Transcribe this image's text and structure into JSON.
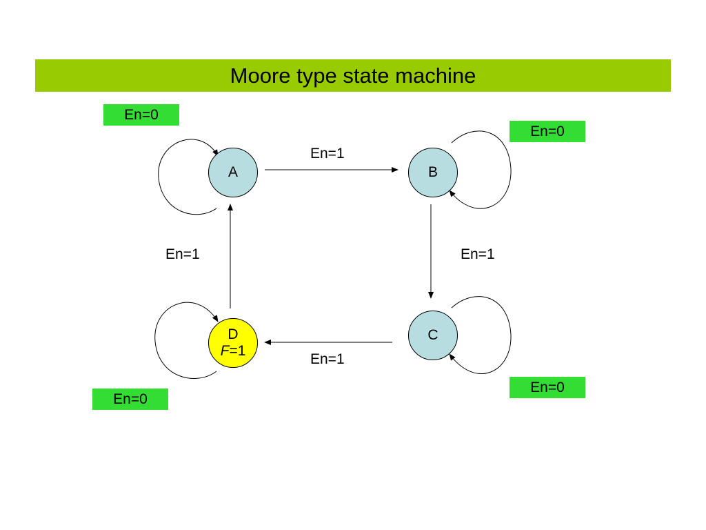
{
  "title": "Moore type state machine",
  "colors": {
    "title_bar": "#99cc00",
    "self_loop_label_bg": "#33dd33",
    "state_default": "#b7dde0",
    "state_output": "#ffff00",
    "stroke": "#000000"
  },
  "states": {
    "A": {
      "name": "A"
    },
    "B": {
      "name": "B"
    },
    "C": {
      "name": "C"
    },
    "D": {
      "name": "D",
      "output_var": "F",
      "output_value": "=1"
    }
  },
  "transitions": {
    "a_to_b": {
      "from": "A",
      "to": "B",
      "label": "En=1"
    },
    "b_to_c": {
      "from": "B",
      "to": "C",
      "label": "En=1"
    },
    "c_to_d": {
      "from": "C",
      "to": "D",
      "label": "En=1"
    },
    "d_to_a": {
      "from": "D",
      "to": "A",
      "label": "En=1"
    }
  },
  "self_loops": {
    "a": {
      "state": "A",
      "label": "En=0"
    },
    "b": {
      "state": "B",
      "label": "En=0"
    },
    "c": {
      "state": "C",
      "label": "En=0"
    },
    "d": {
      "state": "D",
      "label": "En=0"
    }
  }
}
